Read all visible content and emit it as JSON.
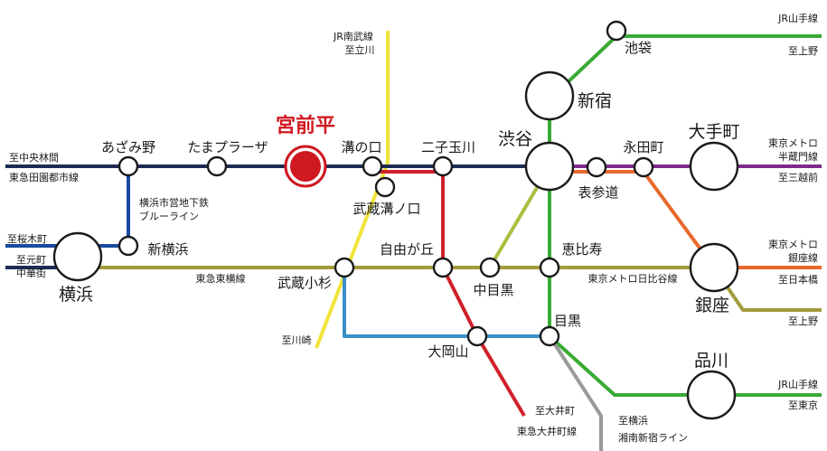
{
  "highlight_station": "宮前平",
  "stations": {
    "azamino": "あざみ野",
    "tama_plaza": "たまプラーザ",
    "miyamaedaira": "宮前平",
    "mizonokuchi": "溝の口",
    "musashi_mizonokuchi": "武蔵溝ノ口",
    "futako_tamagawa": "二子玉川",
    "shibuya": "渋谷",
    "omotesando": "表参道",
    "nagatacho": "永田町",
    "otemachi": "大手町",
    "ikebukuro": "池袋",
    "shinjuku": "新宿",
    "shin_yokohama": "新横浜",
    "yokohama": "横浜",
    "musashi_kosugi": "武蔵小杉",
    "jiyugaoka": "自由が丘",
    "naka_meguro": "中目黒",
    "ebisu": "恵比寿",
    "ginza": "銀座",
    "ookayama": "大岡山",
    "meguro": "目黒",
    "shinagawa": "品川"
  },
  "line_labels": {
    "den_en_toshi_west_dest": "至中央林間",
    "den_en_toshi_west_name": "東急田園都市線",
    "blue_line": "横浜市営地下鉄",
    "blue_line_2": "ブルーライン",
    "nambu_name": "JR南武線",
    "nambu_dest": "至立川",
    "yamanote_top": "JR山手線",
    "yamanote_top_dest": "至上野",
    "hanzomon_1": "東京メトロ",
    "hanzomon_2": "半蔵門線",
    "hanzomon_dest": "至三越前",
    "sakuragicho": "至桜木町",
    "motomachi_1": "至元町",
    "motomachi_2": "中華街",
    "toyoko": "東急東横線",
    "hibiya": "東京メトロ日比谷線",
    "ginza_line_1": "東京メトロ",
    "ginza_line_2": "銀座線",
    "ginza_dest": "至日本橋",
    "hibiya_dest": "至上野",
    "kawasaki": "至川崎",
    "yamanote_bottom": "JR山手線",
    "yamanote_bottom_dest": "至東京",
    "oimachi_dest": "至大井町",
    "oimachi_name": "東急大井町線",
    "shonan_1": "至横浜",
    "shonan_2": "湘南新宿ライン"
  },
  "colors": {
    "den_en_toshi": "#1e2b55",
    "hanzomon": "#7e2a8c",
    "blue_line": "#1a4aa0",
    "nambu": "#f0e43a",
    "yamanote": "#3aaa35",
    "saikyo_green": "#3aaa35",
    "oimachi": "#d0202a",
    "toyoko": "#a39a3c",
    "meguro_line": "#3a8fc8",
    "ginza": "#e8692c",
    "shonan": "#9a9a9a",
    "hibiya": "#a39a3c",
    "highlight": "#d01820",
    "naka_meguro_link": "#a8c040"
  }
}
